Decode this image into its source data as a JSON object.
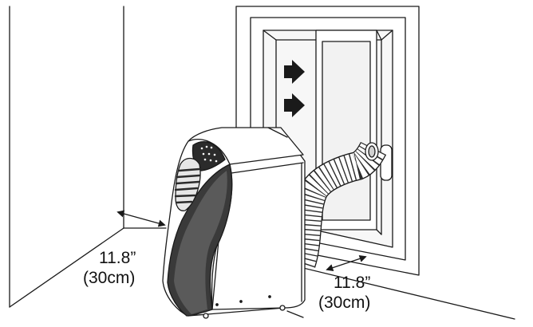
{
  "labels": {
    "left_measure": "11.8”",
    "left_metric": "(30cm)",
    "right_measure": "11.8”",
    "right_metric": "(30cm)"
  },
  "colors": {
    "stroke": "#1a1a1a",
    "arrow": "#1a1a1a",
    "unit_dark": "#2b2b2b",
    "unit_mid": "#5a5a5a",
    "unit_light": "#8c8c8c",
    "window_fill": "#f2f2f2",
    "background": "#ffffff"
  },
  "icons": {
    "airflow_arrows": "right-arrow-icon",
    "dimension_arrows": "double-headed-arrow-icon"
  }
}
